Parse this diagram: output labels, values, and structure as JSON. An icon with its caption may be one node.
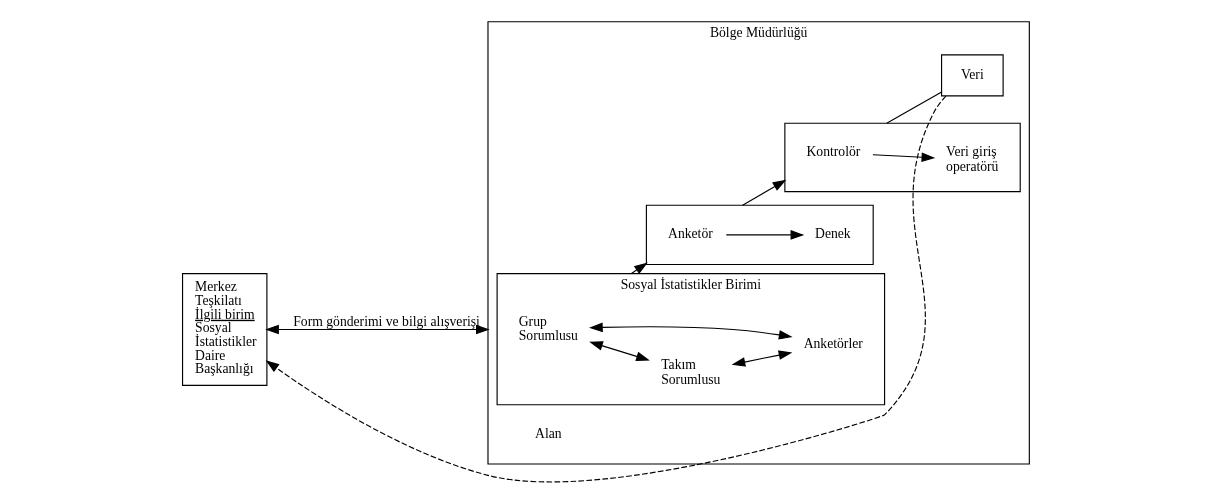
{
  "diagram": {
    "nodes": [
      {
        "text": [
          "Merkez Teşkilatı",
          "İlgili birim",
          "Sosyal İstatistikler Daire Başkanlığı"
        ]
      },
      {
        "text": [
          "Bölge Müdürlüğü"
        ]
      },
      {
        "text": [
          "Sosyal İstatistikler Birimi"
        ],
        "in": 1
      },
      {
        "text": [
          "Grup Sorumlusu"
        ],
        "in": 2
      },
      {
        "text": [
          "Takım Sorumlusu"
        ],
        "in": 2
      },
      {
        "text": [
          "Anketörler"
        ],
        "in": 2
      },
      {
        "text": [],
        "shape": "box",
        "in": 1
      },
      {
        "text": [
          "Anketör"
        ],
        "in": 6
      },
      {
        "text": [
          "Denek"
        ],
        "in": 6
      },
      {
        "text": [],
        "shape": "box",
        "in": 1
      },
      {
        "text": [
          "Kontrolör"
        ],
        "in": 9
      },
      {
        "text": [
          "Veri giriş operatörü"
        ],
        "in": 9
      },
      {
        "text": [
          "Veri"
        ],
        "in": 1
      }
    ],
    "edges": [
      {
        "from": 0,
        "to": 1,
        "arrow": "both",
        "label": "Form gönderimi ve bilgi alışverişi"
      },
      {
        "from": 3,
        "to": 5,
        "arrow": "both"
      },
      {
        "from": 3,
        "to": 4,
        "arrow": "both"
      },
      {
        "from": 4,
        "to": 5,
        "arrow": "both"
      },
      {
        "from": 2,
        "to": 6,
        "arrow": "to"
      },
      {
        "from": 7,
        "to": 8,
        "arrow": "to"
      },
      {
        "from": 6,
        "to": 9,
        "arrow": "to"
      },
      {
        "from": 10,
        "to": 11,
        "arrow": "to"
      },
      {
        "from": 9,
        "to": 12,
        "arrow": "none"
      },
      {
        "from": 12,
        "to": 0,
        "arrow": "to",
        "style": "dashed"
      }
    ],
    "labels": [
      "Alan"
    ]
  }
}
